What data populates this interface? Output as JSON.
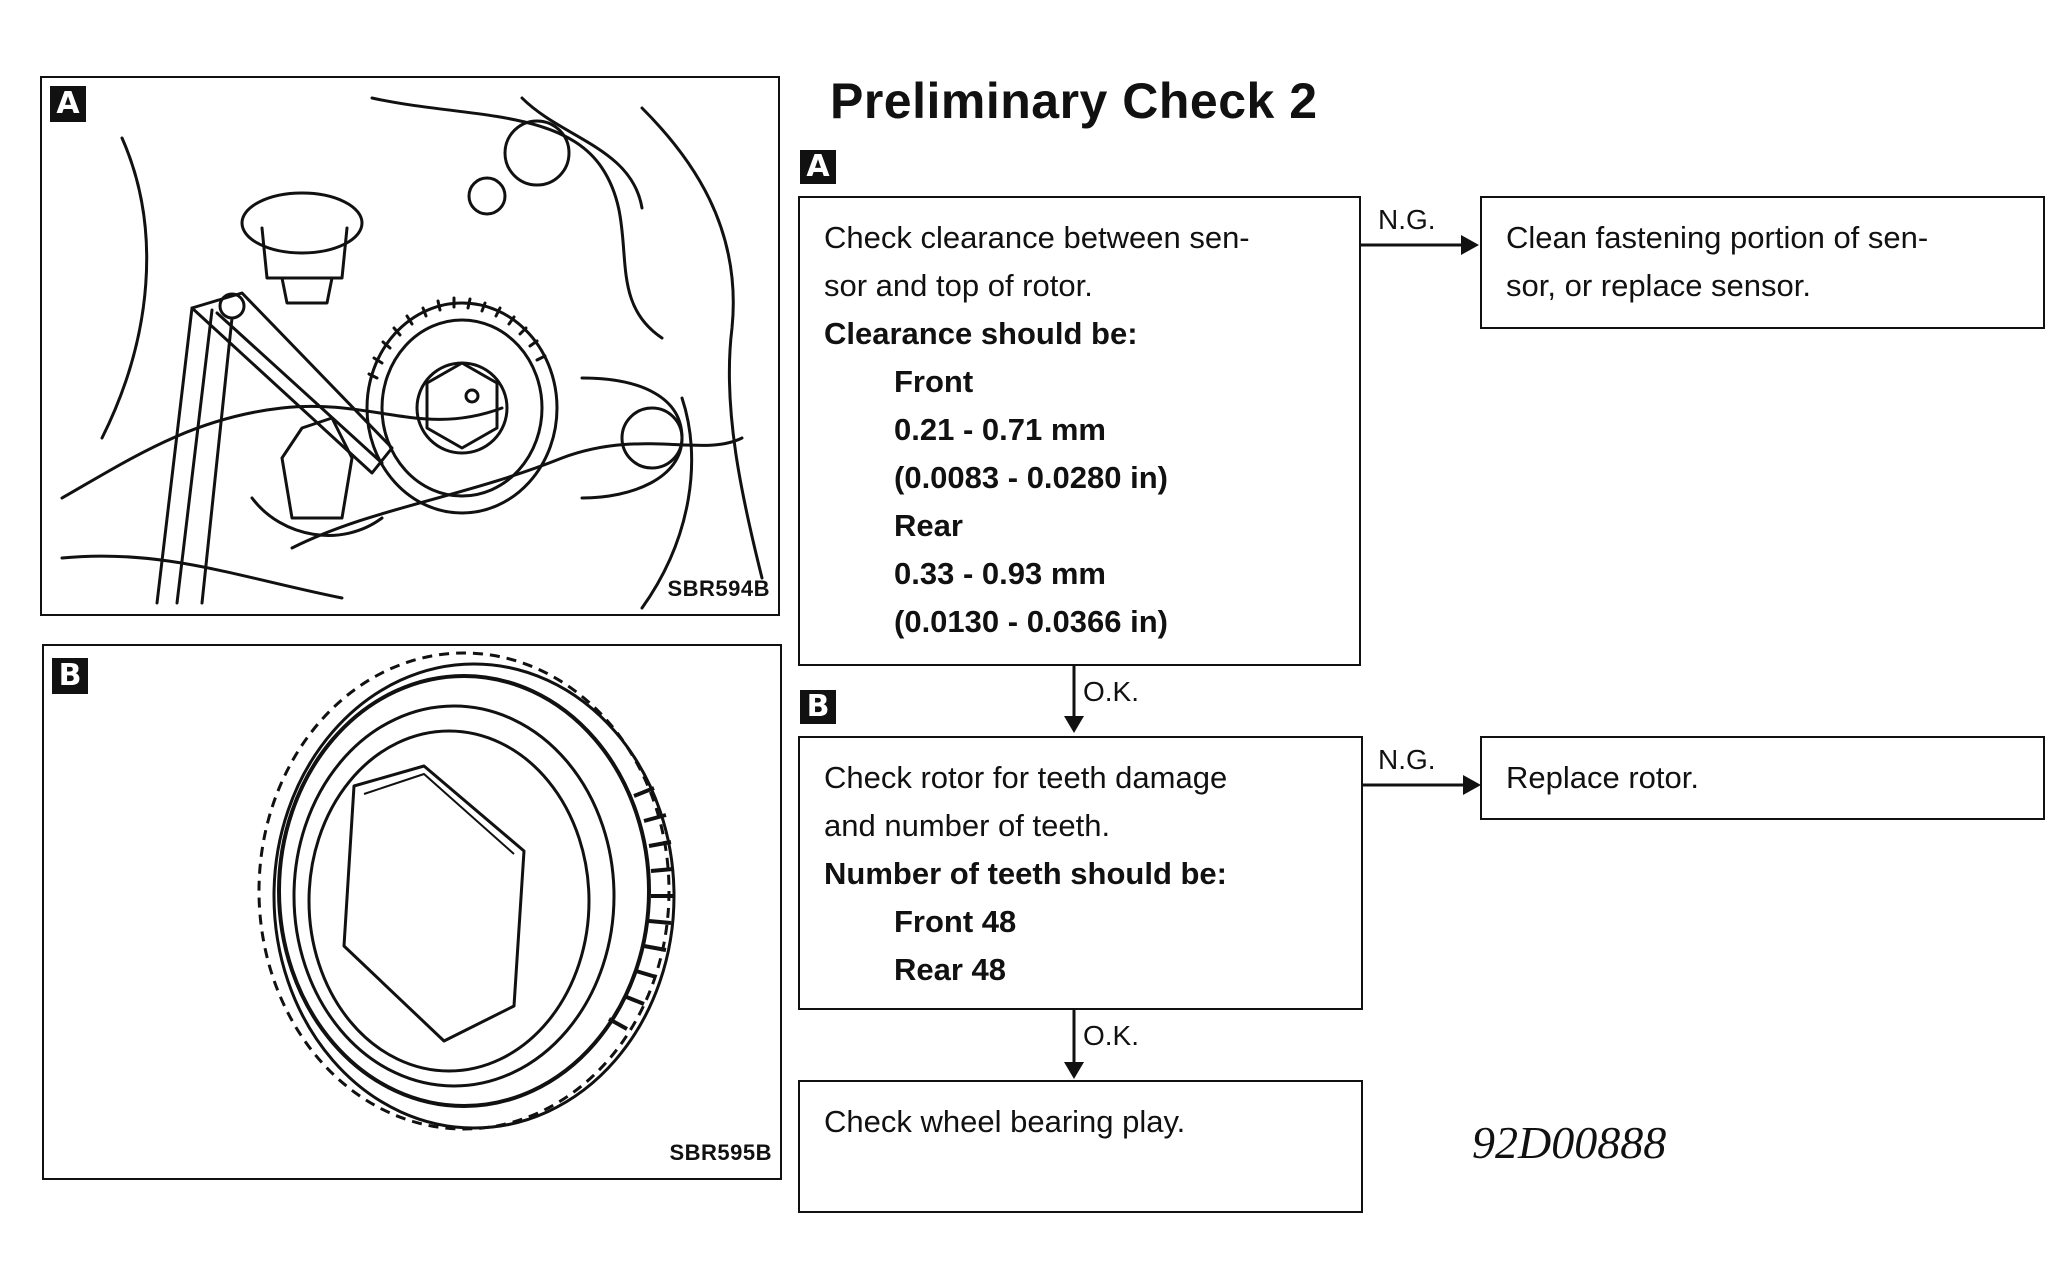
{
  "title": "Preliminary Check 2",
  "figures": {
    "a": {
      "badge": "A",
      "code": "SBR594B"
    },
    "b": {
      "badge": "B",
      "code": "SBR595B"
    }
  },
  "flow": {
    "step_a": {
      "badge": "A",
      "line1": "Check clearance between sen-",
      "line2": "sor and top of rotor.",
      "spec_heading": "Clearance should be:",
      "front_label": "Front",
      "front_mm": "0.21 - 0.71 mm",
      "front_in": "(0.0083 - 0.0280 in)",
      "rear_label": "Rear",
      "rear_mm": "0.33 - 0.93 mm",
      "rear_in": "(0.0130 - 0.0366 in)"
    },
    "ng_a": {
      "label": "N.G.",
      "line1": "Clean fastening portion of sen-",
      "line2": "sor, or replace sensor."
    },
    "ok_a": "O.K.",
    "step_b": {
      "badge": "B",
      "line1": "Check rotor for teeth damage",
      "line2": "and number of teeth.",
      "spec_heading": "Number of teeth should be:",
      "front": "Front 48",
      "rear": "Rear 48"
    },
    "ng_b": {
      "label": "N.G.",
      "text": "Replace rotor."
    },
    "ok_b": "O.K.",
    "final": "Check wheel bearing play."
  },
  "doc_id": "92D00888"
}
